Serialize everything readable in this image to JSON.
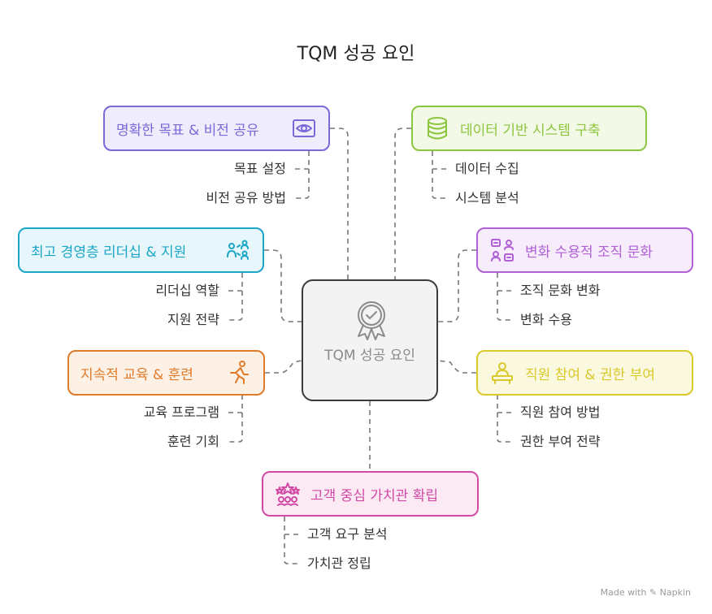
{
  "title": "TQM 성공 요인",
  "center": {
    "label": "TQM 성공 요인",
    "icon": "award-icon"
  },
  "nodes": [
    {
      "label": "명확한 목표 & 비전 공유",
      "icon": "eye-icon",
      "color": "#7b68d9",
      "fill": "#efecfb",
      "items": [
        "목표 설정",
        "비전 공유 방법"
      ]
    },
    {
      "label": "데이터 기반 시스템 구축",
      "icon": "database-icon",
      "color": "#8cc63f",
      "fill": "#f2f9e6",
      "items": [
        "데이터 수집",
        "시스템 분석"
      ]
    },
    {
      "label": "최고 경영층 리더십 & 지원",
      "icon": "team-icon",
      "color": "#1ba6c8",
      "fill": "#e6f6fa",
      "items": [
        "리더십 역할",
        "지원 전략"
      ]
    },
    {
      "label": "변화 수용적 조직 문화",
      "icon": "exchange-icon",
      "color": "#b05fd6",
      "fill": "#f6ecfb",
      "items": [
        "조직 문화 변화",
        "변화 수용"
      ]
    },
    {
      "label": "지속적 교육 & 훈련",
      "icon": "runner-icon",
      "color": "#e07b2a",
      "fill": "#fdf0e5",
      "items": [
        "교육 프로그램",
        "훈련 기회"
      ]
    },
    {
      "label": "직원 참여 & 권한 부여",
      "icon": "worker-icon",
      "color": "#d9c92a",
      "fill": "#fbf8e0",
      "items": [
        "직원 참여 방법",
        "권한 부여 전략"
      ]
    },
    {
      "label": "고객 중심 가치관 확립",
      "icon": "stars-icon",
      "color": "#d24aa6",
      "fill": "#fbe9f4",
      "items": [
        "고객 요구 분석",
        "가치관 정립"
      ]
    }
  ],
  "brand": "Made with ✎ Napkin"
}
